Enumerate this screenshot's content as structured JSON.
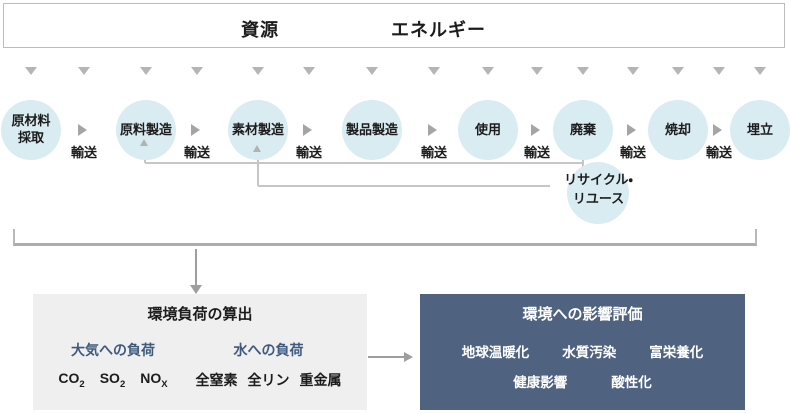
{
  "top_bar": {
    "resources_label": "資源",
    "energy_label": "エネルギー"
  },
  "flow": {
    "transport_label": "輸送",
    "stages": [
      {
        "name": "raw-material-extraction",
        "label": "原材料\n採取"
      },
      {
        "name": "raw-material-manufacturing",
        "label": "原料製造"
      },
      {
        "name": "material-manufacturing",
        "label": "素材製造"
      },
      {
        "name": "product-manufacturing",
        "label": "製品製造"
      },
      {
        "name": "use",
        "label": "使用"
      },
      {
        "name": "disposal",
        "label": "廃棄"
      },
      {
        "name": "incineration",
        "label": "焼却"
      },
      {
        "name": "landfill",
        "label": "埋立"
      }
    ],
    "recycle_label": "リサイクル・\nリユース"
  },
  "load_box": {
    "title": "環境負荷の算出",
    "air": {
      "title": "大気への負荷",
      "items": [
        {
          "base": "CO",
          "sub": "2"
        },
        {
          "base": "SO",
          "sub": "2"
        },
        {
          "base": "NO",
          "sub": "X"
        }
      ]
    },
    "water": {
      "title": "水への負荷",
      "items": [
        "全窒素",
        "全リン",
        "重金属"
      ]
    }
  },
  "impact_box": {
    "title": "環境への影響評価",
    "row1": [
      "地球温暖化",
      "水質汚染",
      "富栄養化"
    ],
    "row2": [
      "健康影響",
      "酸性化"
    ]
  },
  "colors": {
    "circle_fill": "#d9ecf2",
    "load_box_bg": "#efefef",
    "impact_box_bg": "#4f6280",
    "accent_text": "#3e5a7e",
    "connector": "#c6c6c6",
    "arrow": "#9e9e9e"
  }
}
